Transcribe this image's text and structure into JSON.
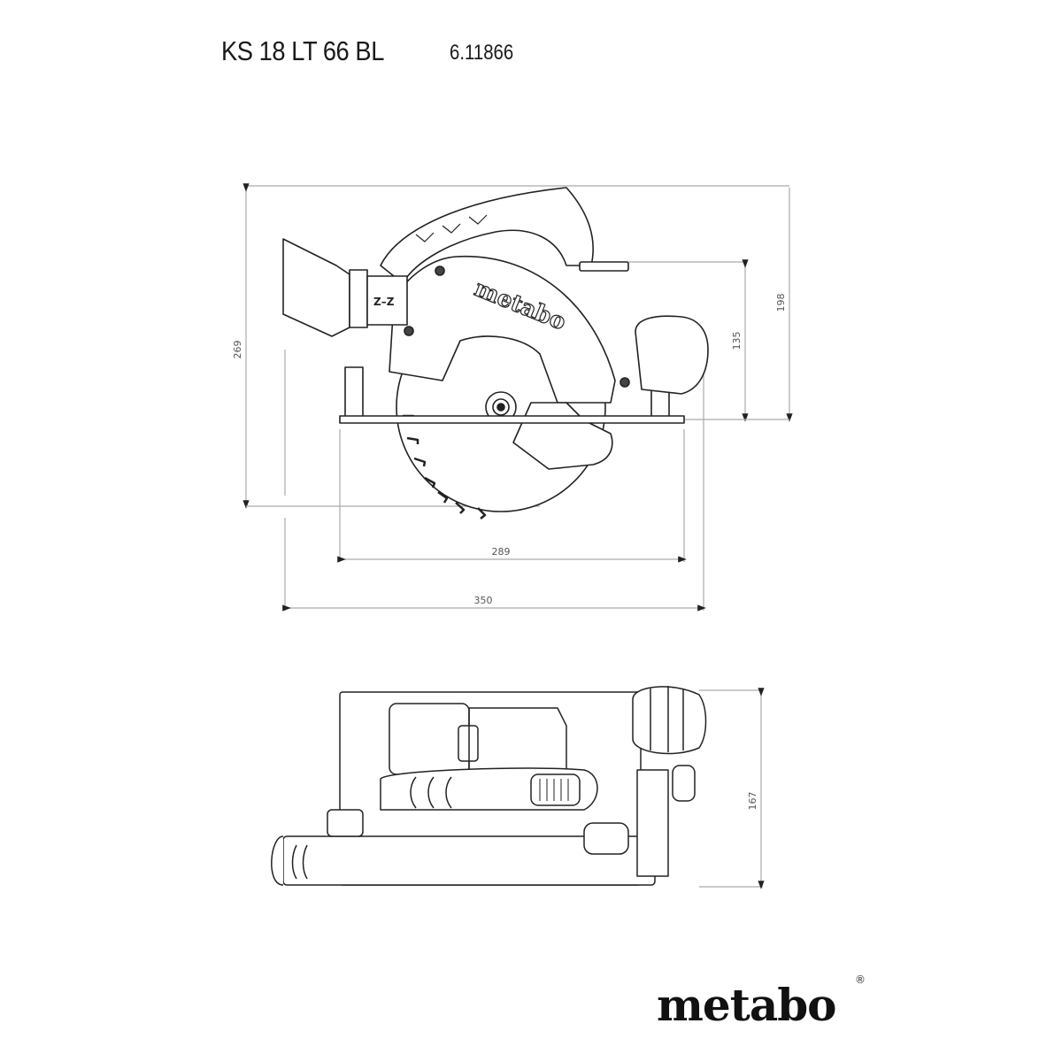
{
  "header": {
    "model": "KS 18 LT 66 BL",
    "article_number": "6.11866"
  },
  "side_view": {
    "dimensions": {
      "total_height": "269",
      "height_to_handle": "198",
      "cut_depth_height": "135",
      "base_plate_length": "289",
      "total_length": "350"
    },
    "housing_logo": "metabo"
  },
  "top_view": {
    "dimensions": {
      "width": "167"
    }
  },
  "footer": {
    "brand": "metabo",
    "registered_mark": "®"
  }
}
